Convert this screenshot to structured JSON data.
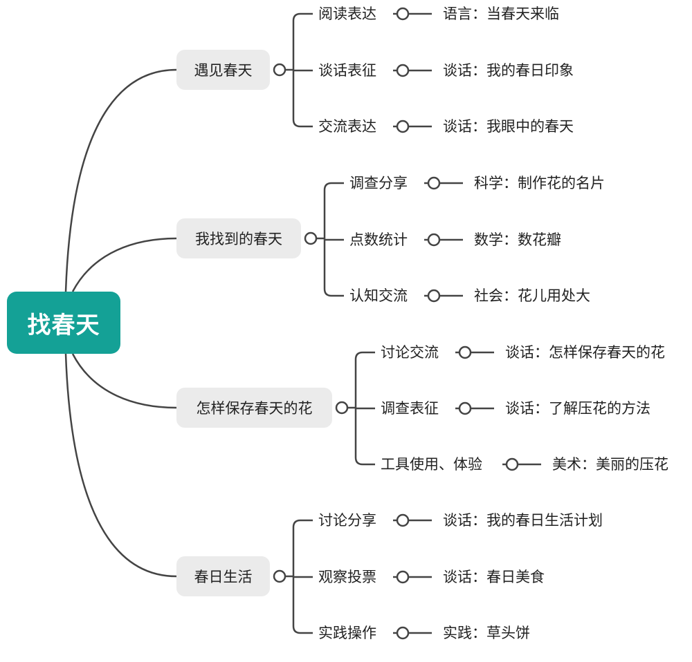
{
  "root": {
    "label": "找春天",
    "color": "#14a196"
  },
  "branches": [
    {
      "label": "遇见春天",
      "children": [
        {
          "label": "阅读表达",
          "activity": "语言：当春天来临"
        },
        {
          "label": "谈话表征",
          "activity": "谈话：我的春日印象"
        },
        {
          "label": "交流表达",
          "activity": "谈话：我眼中的春天"
        }
      ]
    },
    {
      "label": "我找到的春天",
      "children": [
        {
          "label": "调查分享",
          "activity": "科学：制作花的名片"
        },
        {
          "label": "点数统计",
          "activity": "数学：数花瓣"
        },
        {
          "label": "认知交流",
          "activity": "社会：花儿用处大"
        }
      ]
    },
    {
      "label": "怎样保存春天的花",
      "children": [
        {
          "label": "讨论交流",
          "activity": "谈话：怎样保存春天的花"
        },
        {
          "label": "调查表征",
          "activity": "谈话：了解压花的方法"
        },
        {
          "label": "工具使用、体验",
          "activity": "美术：美丽的压花"
        }
      ]
    },
    {
      "label": "春日生活",
      "children": [
        {
          "label": "讨论分享",
          "activity": "谈话：我的春日生活计划"
        },
        {
          "label": "观察投票",
          "activity": "谈话：春日美食"
        },
        {
          "label": "实践操作",
          "activity": "实践：草头饼"
        }
      ]
    }
  ]
}
